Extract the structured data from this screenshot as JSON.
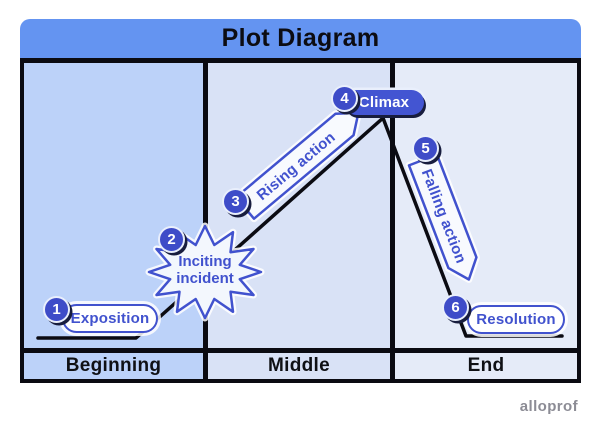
{
  "title": "Plot Diagram",
  "sections": [
    "Beginning",
    "Middle",
    "End"
  ],
  "stages": [
    {
      "num": "1",
      "label": "Exposition"
    },
    {
      "num": "2",
      "label": "Inciting incident",
      "line1": "Inciting",
      "line2": "incident"
    },
    {
      "num": "3",
      "label": "Rising action"
    },
    {
      "num": "4",
      "label": "Climax"
    },
    {
      "num": "5",
      "label": "Falling action"
    },
    {
      "num": "6",
      "label": "Resolution"
    }
  ],
  "watermark": "alloprof",
  "colors": {
    "title_bar": "#6494F1",
    "column_beginning": "#BCD2F9",
    "column_middle": "#D9E2F6",
    "column_end": "#E5EBF8",
    "accent_blue": "#4152CE",
    "badge_blue": "#3E4CC8",
    "climax_pill": "#4355D2",
    "shadow_navy": "#181D3E",
    "plot_line": "#0B0B12"
  }
}
